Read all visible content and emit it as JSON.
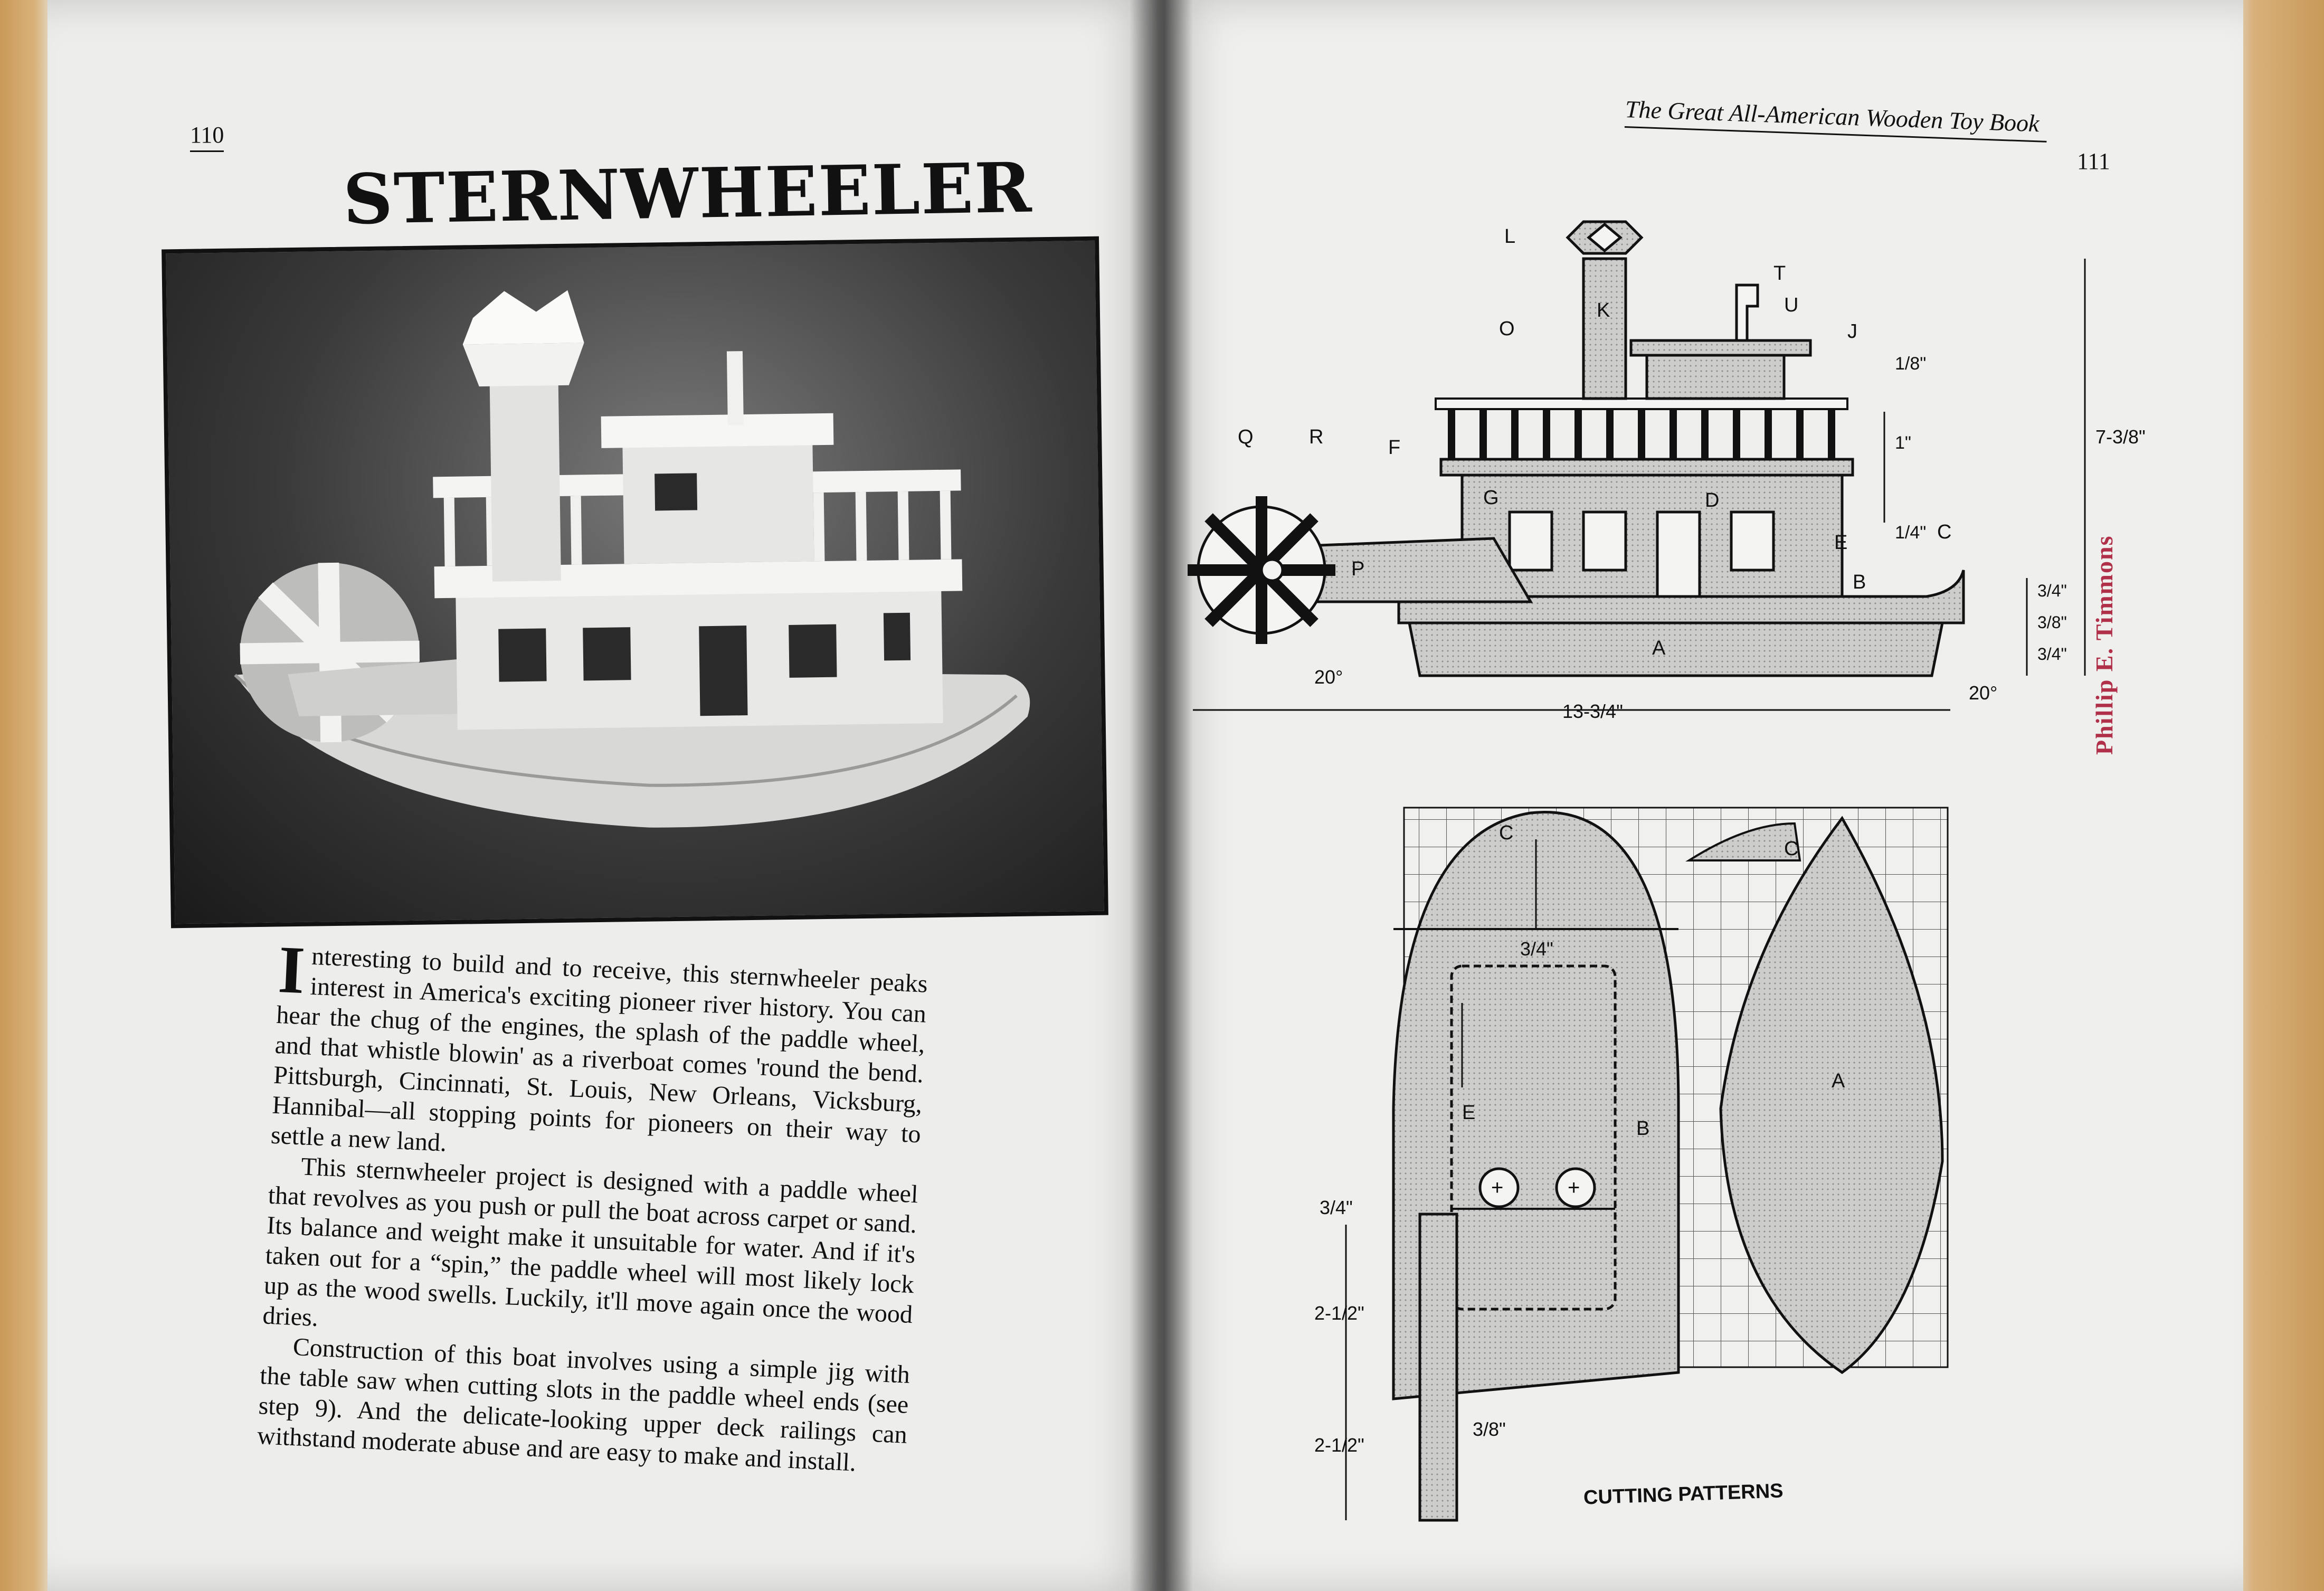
{
  "left_page": {
    "page_number": "110",
    "title": "STERNWHEELER",
    "body": {
      "dropcap": "I",
      "p1": "nteresting to build and to receive, this sternwheeler peaks interest in America's exciting pioneer river history. You can hear the chug of the engines, the splash of the paddle wheel, and that whistle blowin' as a riverboat comes 'round the bend. Pittsburgh, Cincinnati, St. Louis, New Orleans, Vicksburg, Hannibal—all stopping points for pioneers on their way to settle a new land.",
      "p2": "This sternwheeler project is designed with a paddle wheel that revolves as you push or pull the boat across carpet or sand. Its balance and weight make it unsuitable for water. And if it's taken out for a “spin,” the paddle wheel will most likely lock up as the wood swells. Luckily, it'll move again once the wood dries.",
      "p3": "Construction of this boat involves using a simple jig with the table saw when cutting slots in the paddle wheel ends (see step 9). And the delicate-looking upper deck railings can withstand moderate abuse and are easy to make and install."
    }
  },
  "right_page": {
    "running_head": "The Great All-American Wooden Toy Book",
    "page_number": "111",
    "stamp": "Phillip E. Timmons",
    "elevation": {
      "part_labels": [
        "L",
        "K",
        "T",
        "U",
        "J",
        "O",
        "Q",
        "R",
        "F",
        "G",
        "D",
        "P",
        "E",
        "C",
        "B",
        "A"
      ],
      "dims": {
        "overall_height": "7-3/8\"",
        "roof": "1/8\"",
        "rail": "1\"",
        "deck": "1/4\"",
        "hull1": "3/4\"",
        "hull2": "3/8\"",
        "hull3": "3/4\"",
        "length": "13-3/4\"",
        "angle_left": "20°",
        "angle_right": "20°"
      }
    },
    "patterns": {
      "caption": "CUTTING PATTERNS",
      "labels": {
        "c_top": "C",
        "c_small": "C",
        "e": "E",
        "b": "B",
        "a": "A"
      },
      "dims": {
        "top_offset": "3/4\"",
        "side_offset": "3/4\"",
        "seg1": "2-1/2\"",
        "seg2": "2-1/2\"",
        "width": "3/8\""
      }
    }
  }
}
